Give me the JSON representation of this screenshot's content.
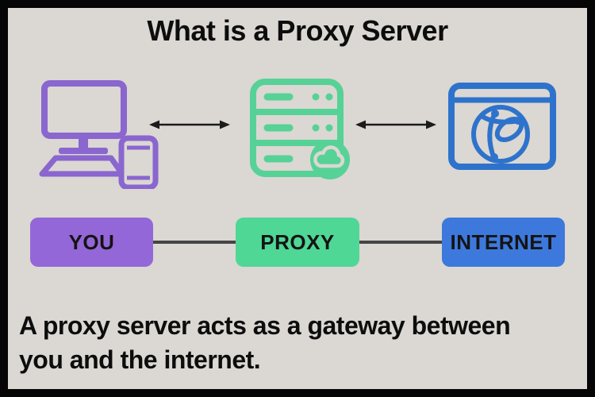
{
  "title": "What is a Proxy Server",
  "nodes": [
    {
      "label": "YOU",
      "color": "#9467d8"
    },
    {
      "label": "PROXY",
      "color": "#4fd795"
    },
    {
      "label": "INTERNET",
      "color": "#3d79dc"
    }
  ],
  "icons": {
    "you": "computer-and-phone-icon",
    "proxy": "server-rack-with-cloud-icon",
    "internet": "browser-globe-icon",
    "links": "double-headed-arrow-icon"
  },
  "caption": {
    "line1": "A proxy server acts as a gateway between",
    "line2": "you and the internet."
  },
  "colors": {
    "background": "#dbd7d3",
    "frame_border": "#050505",
    "title_text": "#0d0d0d",
    "node_text": "#141414",
    "icon_purple": "#8a66cf",
    "icon_green": "#56d296",
    "icon_blue": "#2e73cb",
    "arrow": "#1b1b1b",
    "connector_line": "#454545"
  }
}
